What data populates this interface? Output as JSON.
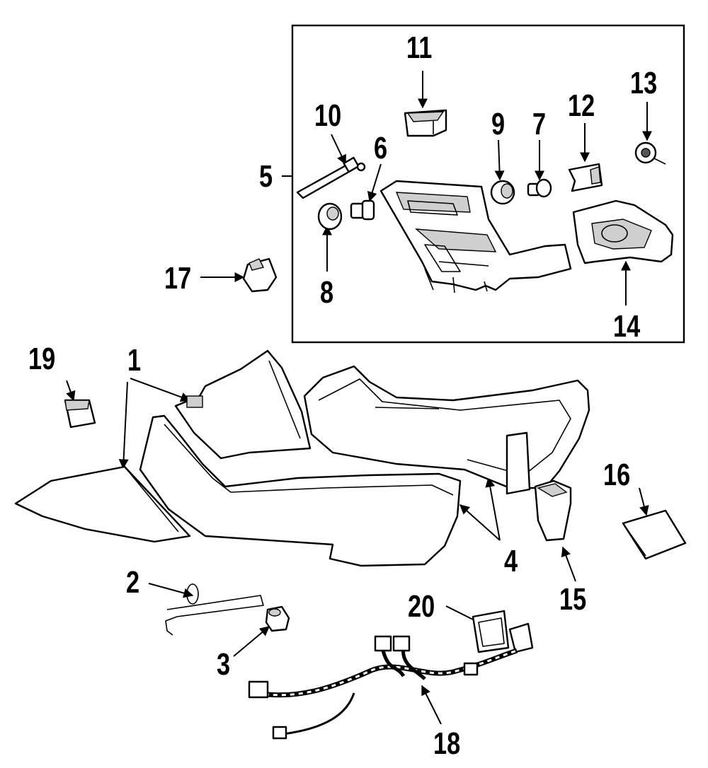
{
  "callouts": [
    {
      "id": "1",
      "label": "1"
    },
    {
      "id": "2",
      "label": "2"
    },
    {
      "id": "3",
      "label": "3"
    },
    {
      "id": "4",
      "label": "4"
    },
    {
      "id": "5",
      "label": "5"
    },
    {
      "id": "6",
      "label": "6"
    },
    {
      "id": "7",
      "label": "7"
    },
    {
      "id": "8",
      "label": "8"
    },
    {
      "id": "9",
      "label": "9"
    },
    {
      "id": "10",
      "label": "10"
    },
    {
      "id": "11",
      "label": "11"
    },
    {
      "id": "12",
      "label": "12"
    },
    {
      "id": "13",
      "label": "13"
    },
    {
      "id": "14",
      "label": "14"
    },
    {
      "id": "15",
      "label": "15"
    },
    {
      "id": "16",
      "label": "16"
    },
    {
      "id": "17",
      "label": "17"
    },
    {
      "id": "18",
      "label": "18"
    },
    {
      "id": "19",
      "label": "19"
    },
    {
      "id": "20",
      "label": "20"
    }
  ],
  "colors": {
    "ink": "#000000",
    "background": "#ffffff"
  }
}
